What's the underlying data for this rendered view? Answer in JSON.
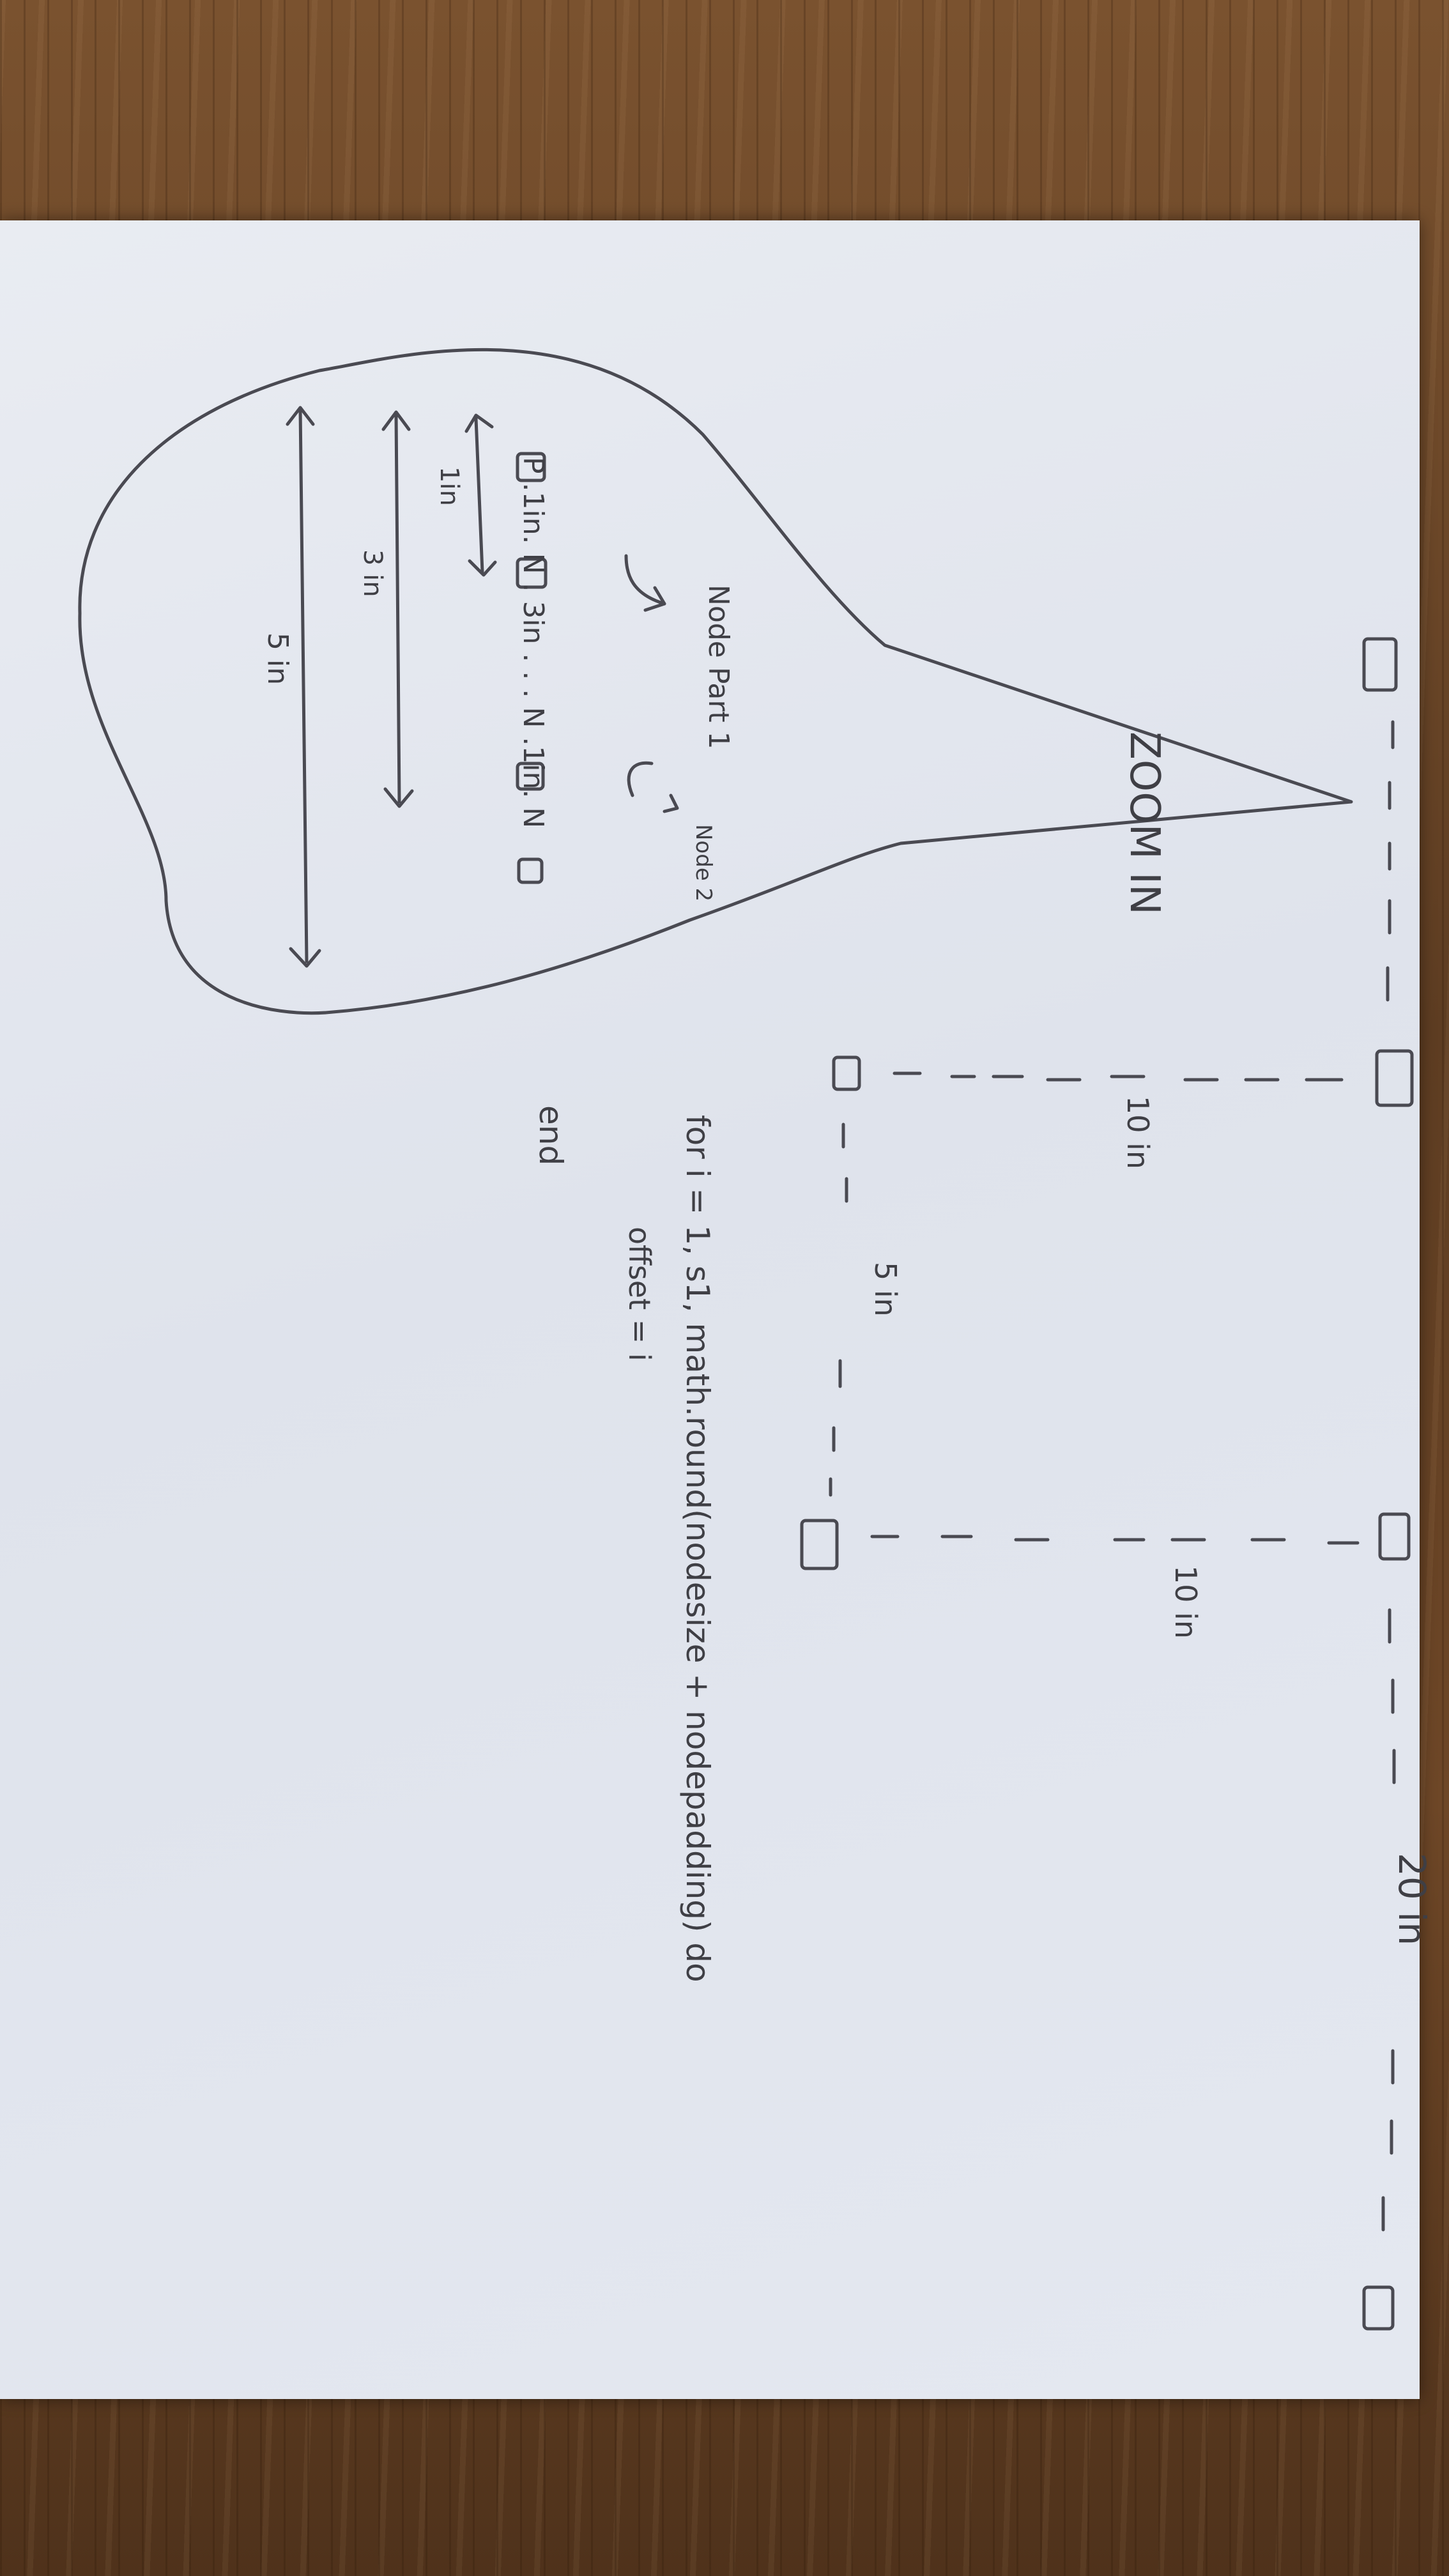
{
  "sketch": {
    "top_row": {
      "distance_label": "20 in",
      "spacing_labels": [
        "10 in",
        "10 in"
      ],
      "inner_spacing_label": "5 in"
    },
    "bubble": {
      "zoom_text": "ZOOM IN",
      "node_part_label": "Node Part 1",
      "node2_label": "Node 2",
      "sequence_text": "P .1in. N . 3in . . . N .1in. N",
      "measure_1in": "1in",
      "measure_3in": "3 in",
      "measure_5in": "5 in"
    },
    "code": {
      "line1": "for i = 1, s1, math.round(nodesize + nodepadding) do",
      "line2": "offset = i",
      "line3": "end"
    }
  },
  "colors": {
    "pencil": "#3f3f45",
    "paper": "#e4e8f0",
    "wood": "#6b4628"
  }
}
